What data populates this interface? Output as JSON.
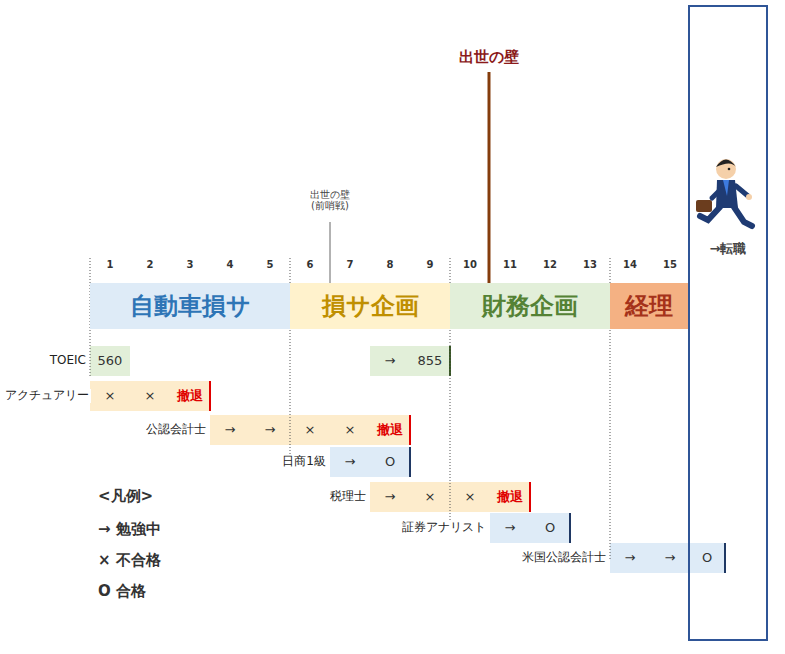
{
  "diagram": {
    "nodes": [
      {
        "text": [
          "自動車損サ"
        ]
      },
      {
        "text": [
          "損サ企画"
        ]
      },
      {
        "text": [
          "財務企画"
        ]
      },
      {
        "text": [
          "経理"
        ]
      },
      {
        "text": [
          "→転職"
        ]
      }
    ],
    "edges": [],
    "labels": [
      "出世の壁",
      "出世の壁 (前哨戦)",
      "1",
      "2",
      "3",
      "4",
      "5",
      "6",
      "7",
      "8",
      "9",
      "10",
      "11",
      "12",
      "13",
      "14",
      "15",
      "TOEIC",
      "560",
      "→",
      "855",
      "アクチュアリー",
      "×",
      "×",
      "撤退",
      "公認会計士",
      "→",
      "→",
      "×",
      "×",
      "撤退",
      "日商1級",
      "→",
      "O",
      "税理士",
      "→",
      "×",
      "×",
      "撤退",
      "証券アナリスト",
      "→",
      "O",
      "米国公認会計士",
      "→",
      "→",
      "O",
      "<凡例>"
    ],
    "legend": [
      {
        "text": "→ 勉強中"
      },
      {
        "text": "× 不合格"
      },
      {
        "text": "O 合格"
      }
    ]
  }
}
